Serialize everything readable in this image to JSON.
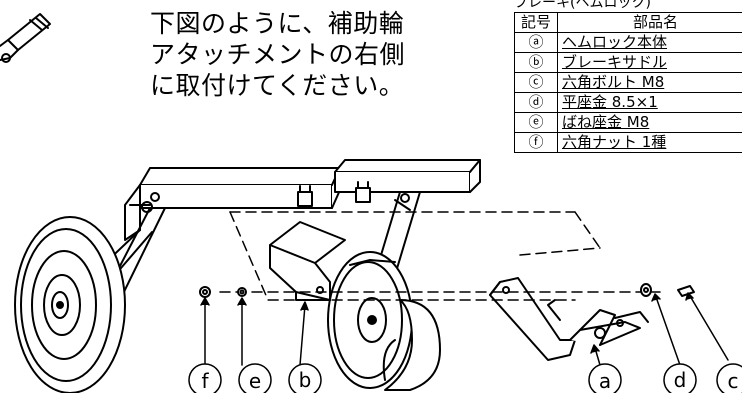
{
  "instruction": {
    "line1": "下図のように、補助輪",
    "line2": "アタッチメントの右側",
    "line3": "に取付けてください。"
  },
  "parts_table": {
    "caption": "ブレーキ(ヘムロック)",
    "headers": {
      "code": "記号",
      "name": "部品名"
    },
    "rows": [
      {
        "code": "ⓐ",
        "name": "ヘムロック本体"
      },
      {
        "code": "ⓑ",
        "name": "ブレーキサドル"
      },
      {
        "code": "ⓒ",
        "name": "六角ボルト M8"
      },
      {
        "code": "ⓓ",
        "name": "平座金 8.5×1"
      },
      {
        "code": "ⓔ",
        "name": "ばね座金 M8"
      },
      {
        "code": "ⓕ",
        "name": "六角ナット 1種"
      }
    ]
  },
  "callouts": {
    "f": "f",
    "e": "e",
    "b": "b",
    "a": "a",
    "d": "d",
    "c": "c"
  }
}
